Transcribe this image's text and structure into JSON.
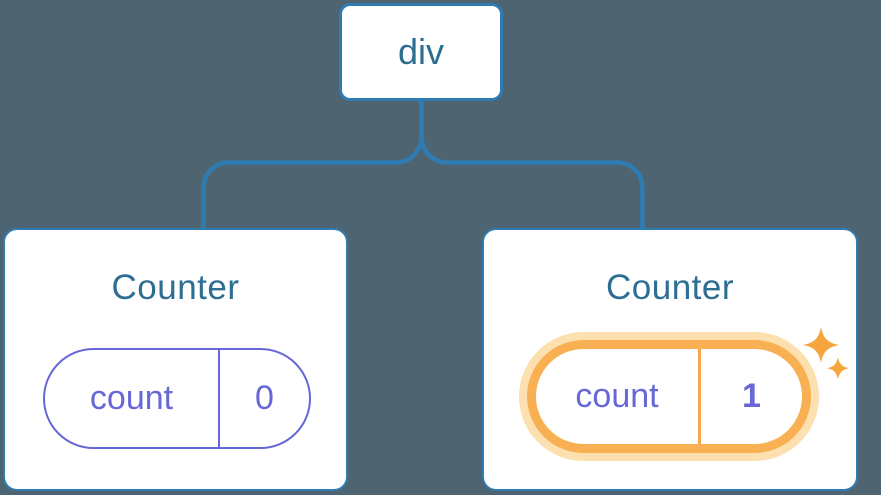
{
  "diagram": {
    "description": "Component tree: a div root with two Counter children; second Counter's state just updated",
    "root": {
      "label": "div"
    },
    "children": [
      {
        "title": "Counter",
        "state": {
          "key": "count",
          "value": "0"
        },
        "highlighted": false
      },
      {
        "title": "Counter",
        "state": {
          "key": "count",
          "value": "1"
        },
        "highlighted": true
      }
    ]
  },
  "colors": {
    "background": "#4E6571",
    "connector_blue": "#2E7CB2",
    "node_text_blue": "#2D6E93",
    "state_purple": "#6767D8",
    "highlight_ring_orange": "#F8B052",
    "highlight_halo": "#FCE0B0",
    "sparkle_orange": "#F5A53C",
    "card_fill": "#FFFFFF"
  }
}
